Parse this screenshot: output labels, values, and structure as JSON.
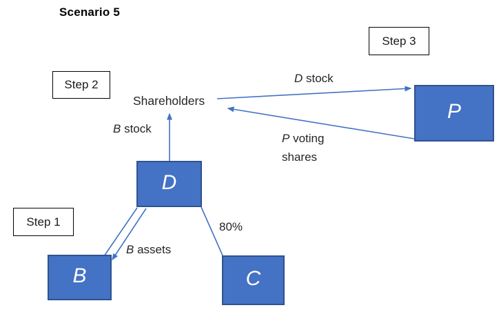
{
  "title": "Scenario 5",
  "colors": {
    "node_fill": "#4472C4",
    "node_border": "#2F528F",
    "arrow": "#4472C4",
    "step_border": "#000000",
    "text": "#262626"
  },
  "steps": [
    {
      "label": "Step 1"
    },
    {
      "label": "Step 2"
    },
    {
      "label": "Step 3"
    }
  ],
  "nodes": {
    "d": "D",
    "b": "B",
    "c": "C",
    "p": "P"
  },
  "labels": {
    "shareholders": "Shareholders",
    "b_stock": {
      "italic": "B",
      "rest": " stock"
    },
    "d_stock": {
      "italic": "D",
      "rest": " stock"
    },
    "p_voting": {
      "italic": "P",
      "rest": " voting"
    },
    "p_voting_line2": "shares",
    "b_assets": {
      "italic": "B",
      "rest": " assets"
    },
    "pct": "80%"
  }
}
